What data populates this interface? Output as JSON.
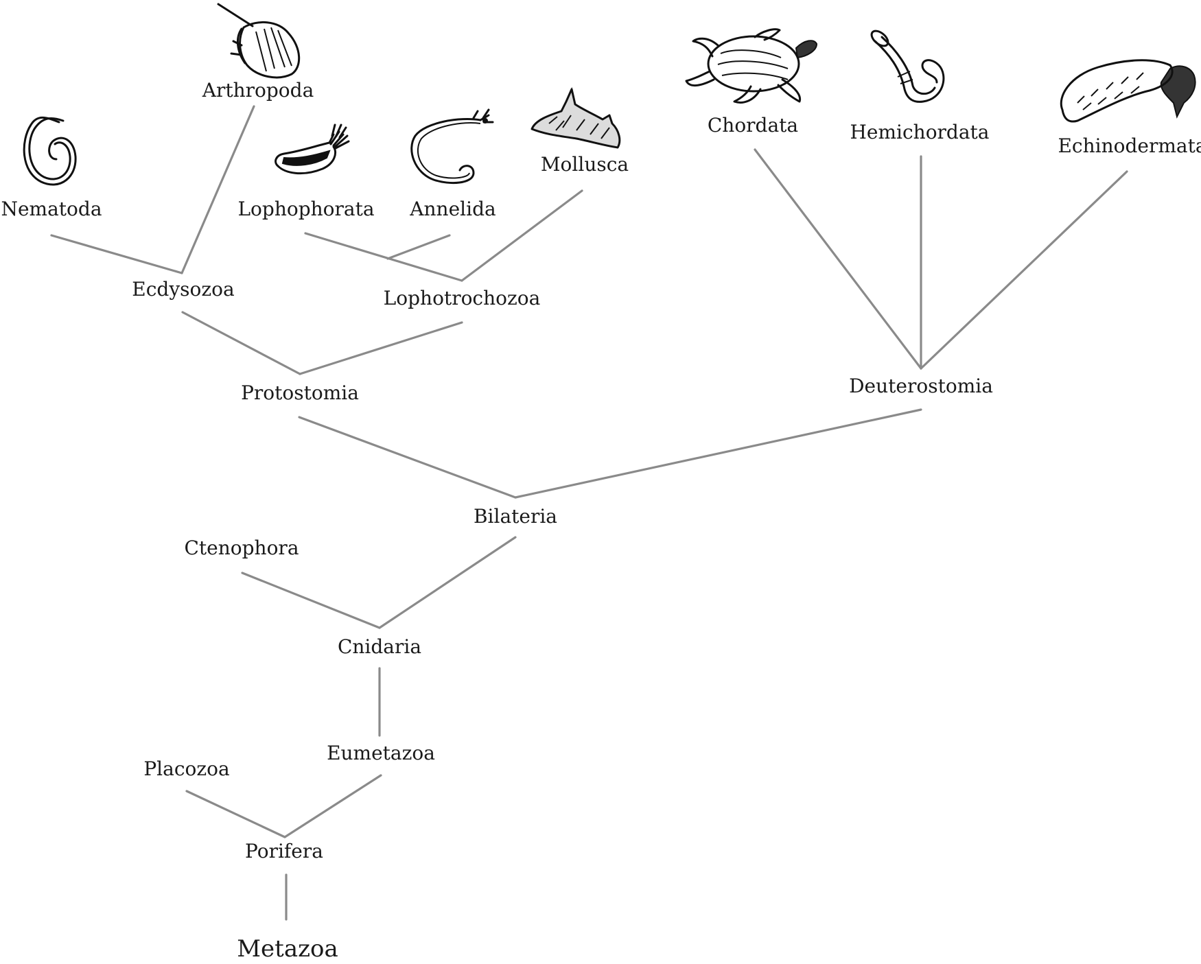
{
  "tree": {
    "root": "Metazoa",
    "nodes": {
      "metazoa": "Metazoa",
      "porifera": "Porifera",
      "placozoa": "Placozoa",
      "eumetazoa": "Eumetazoa",
      "cnidaria": "Cnidaria",
      "ctenophora": "Ctenophora",
      "bilateria": "Bilateria",
      "protostomia": "Protostomia",
      "deuterostomia": "Deuterostomia",
      "ecdysozoa": "Ecdysozoa",
      "lophotrochozoa": "Lophotrochozoa",
      "nematoda": "Nematoda",
      "arthropoda": "Arthropoda",
      "lophophorata": "Lophophorata",
      "annelida": "Annelida",
      "mollusca": "Mollusca",
      "chordata": "Chordata",
      "hemichordata": "Hemichordata",
      "echinodermata": "Echinodermata"
    },
    "edges": [
      [
        "metazoa",
        "porifera"
      ],
      [
        "porifera",
        "placozoa"
      ],
      [
        "porifera",
        "eumetazoa"
      ],
      [
        "eumetazoa",
        "cnidaria"
      ],
      [
        "cnidaria",
        "ctenophora"
      ],
      [
        "cnidaria",
        "bilateria"
      ],
      [
        "bilateria",
        "protostomia"
      ],
      [
        "bilateria",
        "deuterostomia"
      ],
      [
        "protostomia",
        "ecdysozoa"
      ],
      [
        "protostomia",
        "lophotrochozoa"
      ],
      [
        "ecdysozoa",
        "nematoda"
      ],
      [
        "ecdysozoa",
        "arthropoda"
      ],
      [
        "lophotrochozoa",
        "lophophorata"
      ],
      [
        "lophotrochozoa",
        "annelida"
      ],
      [
        "lophotrochozoa",
        "mollusca"
      ],
      [
        "deuterostomia",
        "chordata"
      ],
      [
        "deuterostomia",
        "hemichordata"
      ],
      [
        "deuterostomia",
        "echinodermata"
      ]
    ],
    "illustrations": {
      "nematoda": "nematode-worm-icon",
      "arthropoda": "horseshoe-crab-icon",
      "lophophorata": "phoronid-icon",
      "annelida": "annelid-worm-icon",
      "mollusca": "sea-slug-icon",
      "chordata": "sea-turtle-icon",
      "hemichordata": "acorn-worm-icon",
      "echinodermata": "sea-cucumber-icon"
    }
  }
}
